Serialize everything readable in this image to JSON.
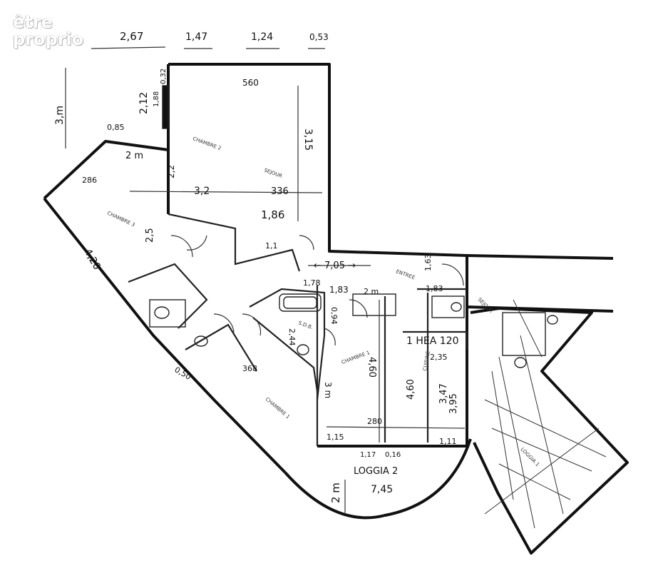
{
  "watermark": {
    "line1": "être",
    "line2": "proprio"
  },
  "dimensions": {
    "d267": "2,67",
    "d147": "1,47",
    "d124": "1,24",
    "d053": "0,53",
    "d560": "560",
    "d3m": "3,m",
    "d212": "2,12",
    "d188": "1,88",
    "d032": "0,32",
    "d085": "0,85",
    "d2m_a": "2 m",
    "d286": "286",
    "d22": "2,2",
    "d32": "3,2",
    "d336": "336",
    "d315": "3,15",
    "d25": "2,5",
    "d186": "1,86",
    "d420": "4,20",
    "d011": "1,1",
    "d705": "7,05",
    "d183": "1,83",
    "d163": "1,63",
    "d183b": "1,83",
    "d178": "1,78",
    "d2m_b": "2 m",
    "d460": "4,60",
    "d460b": "4,60",
    "d347": "3,47",
    "d395": "3,95",
    "d235": "2,35",
    "d280": "280",
    "d115": "1,15",
    "d117": "1,17",
    "d016": "0,16",
    "d111": "1,11",
    "d745": "7,45",
    "d2m_c": "2 m",
    "d3m_b": "3 m",
    "d368": "368",
    "d244": "2,44",
    "d120": "120",
    "d094": "0,94",
    "d050": "0,50"
  },
  "rooms": {
    "chambre2": "CHAMBRE 2",
    "chambre3": "CHAMBRE 3",
    "chambre1": "CHAMBRE 1",
    "chambre1b": "CHAMBRE 1",
    "sejour": "SEJOUR",
    "entree": "ENTREE",
    "cuisine": "CUISINE",
    "sdb": "S.D.B.",
    "loggia1": "LOGGIA 1",
    "sejour2": "SEJOUR"
  },
  "annotations": {
    "loggia2": "LOGGIA 2",
    "heater": "1 HEA 120",
    "entree_dim": "← 7,05 →"
  },
  "colors": {
    "ink": "#111111",
    "paper": "#ffffff",
    "watermark": "#ffffff"
  }
}
